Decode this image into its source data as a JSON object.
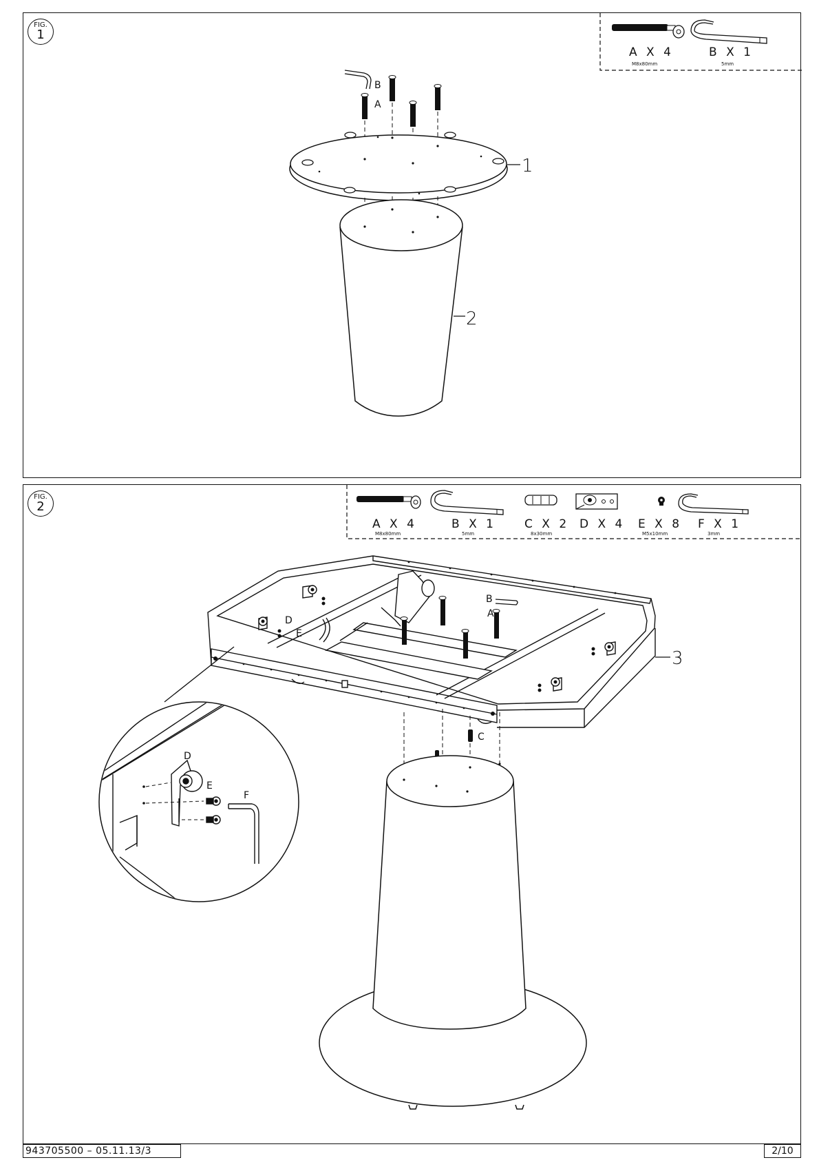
{
  "figure1": {
    "badge": {
      "word": "FIG.",
      "number": "1"
    },
    "hardware": [
      {
        "letter": "A",
        "qty_label": "A X 4",
        "size": "M8x80mm",
        "icon": "bolt-icon"
      },
      {
        "letter": "B",
        "qty_label": "B X 1",
        "size": "5mm",
        "icon": "allen-key-icon"
      }
    ],
    "part_labels": {
      "top_plate": "1",
      "column": "2"
    },
    "letters": {
      "a": "A",
      "b": "B"
    }
  },
  "figure2": {
    "badge": {
      "word": "FIG.",
      "number": "2"
    },
    "hardware": [
      {
        "letter": "A",
        "qty_label": "A X 4",
        "size": "M8x80mm",
        "icon": "bolt-icon"
      },
      {
        "letter": "B",
        "qty_label": "B X 1",
        "size": "5mm",
        "icon": "allen-key-icon"
      },
      {
        "letter": "C",
        "qty_label": "C X 2",
        "size": "8x30mm",
        "icon": "dowel-icon"
      },
      {
        "letter": "D",
        "qty_label": "D X 4",
        "size": "",
        "icon": "bracket-icon"
      },
      {
        "letter": "E",
        "qty_label": "E X 8",
        "size": "M5x10mm",
        "icon": "screw-icon"
      },
      {
        "letter": "F",
        "qty_label": "F X 1",
        "size": "3mm",
        "icon": "allen-key-icon"
      }
    ],
    "part_labels": {
      "table_frame": "3"
    },
    "letters": {
      "a": "A",
      "b": "B",
      "c": "C",
      "d": "D",
      "e": "E",
      "f": "F"
    }
  },
  "footer": {
    "code": "943705500  –  05.11.13/3",
    "page": "2/10"
  }
}
